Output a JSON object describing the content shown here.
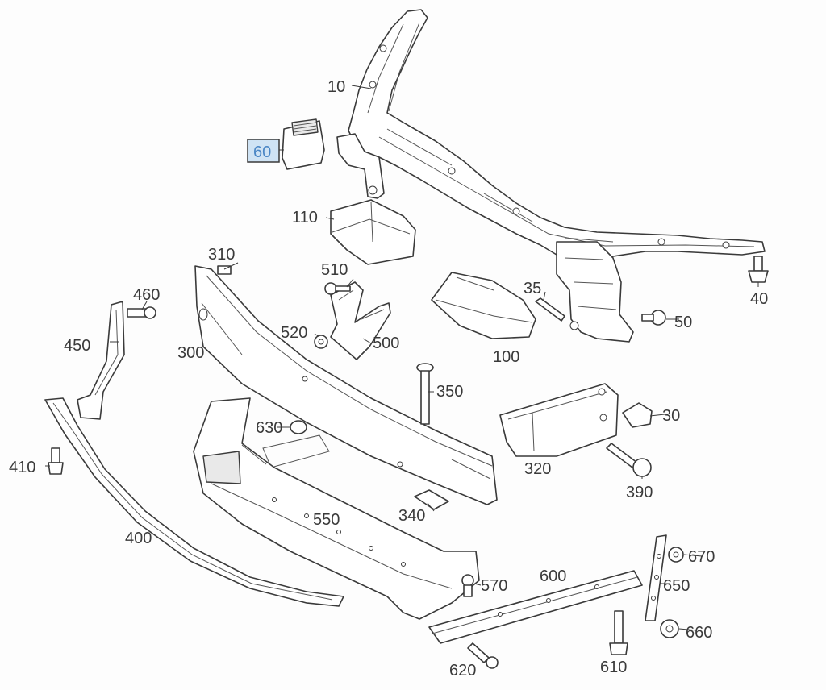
{
  "highlight_color": "#cfe3f4",
  "highlight_text_color": "#4a86c5",
  "line_color": "#3a3a3a",
  "part_labels": {
    "p10": "10",
    "p30": "30",
    "p35": "35",
    "p40": "40",
    "p50": "50",
    "p60": "60",
    "p100": "100",
    "p110": "110",
    "p300": "300",
    "p310": "310",
    "p320": "320",
    "p340": "340",
    "p350": "350",
    "p390": "390",
    "p400": "400",
    "p410": "410",
    "p450": "450",
    "p460": "460",
    "p500": "500",
    "p510": "510",
    "p520": "520",
    "p550": "550",
    "p570": "570",
    "p600": "600",
    "p610": "610",
    "p620": "620",
    "p630": "630",
    "p650": "650",
    "p660": "660",
    "p670": "670"
  },
  "highlighted_part": "60"
}
